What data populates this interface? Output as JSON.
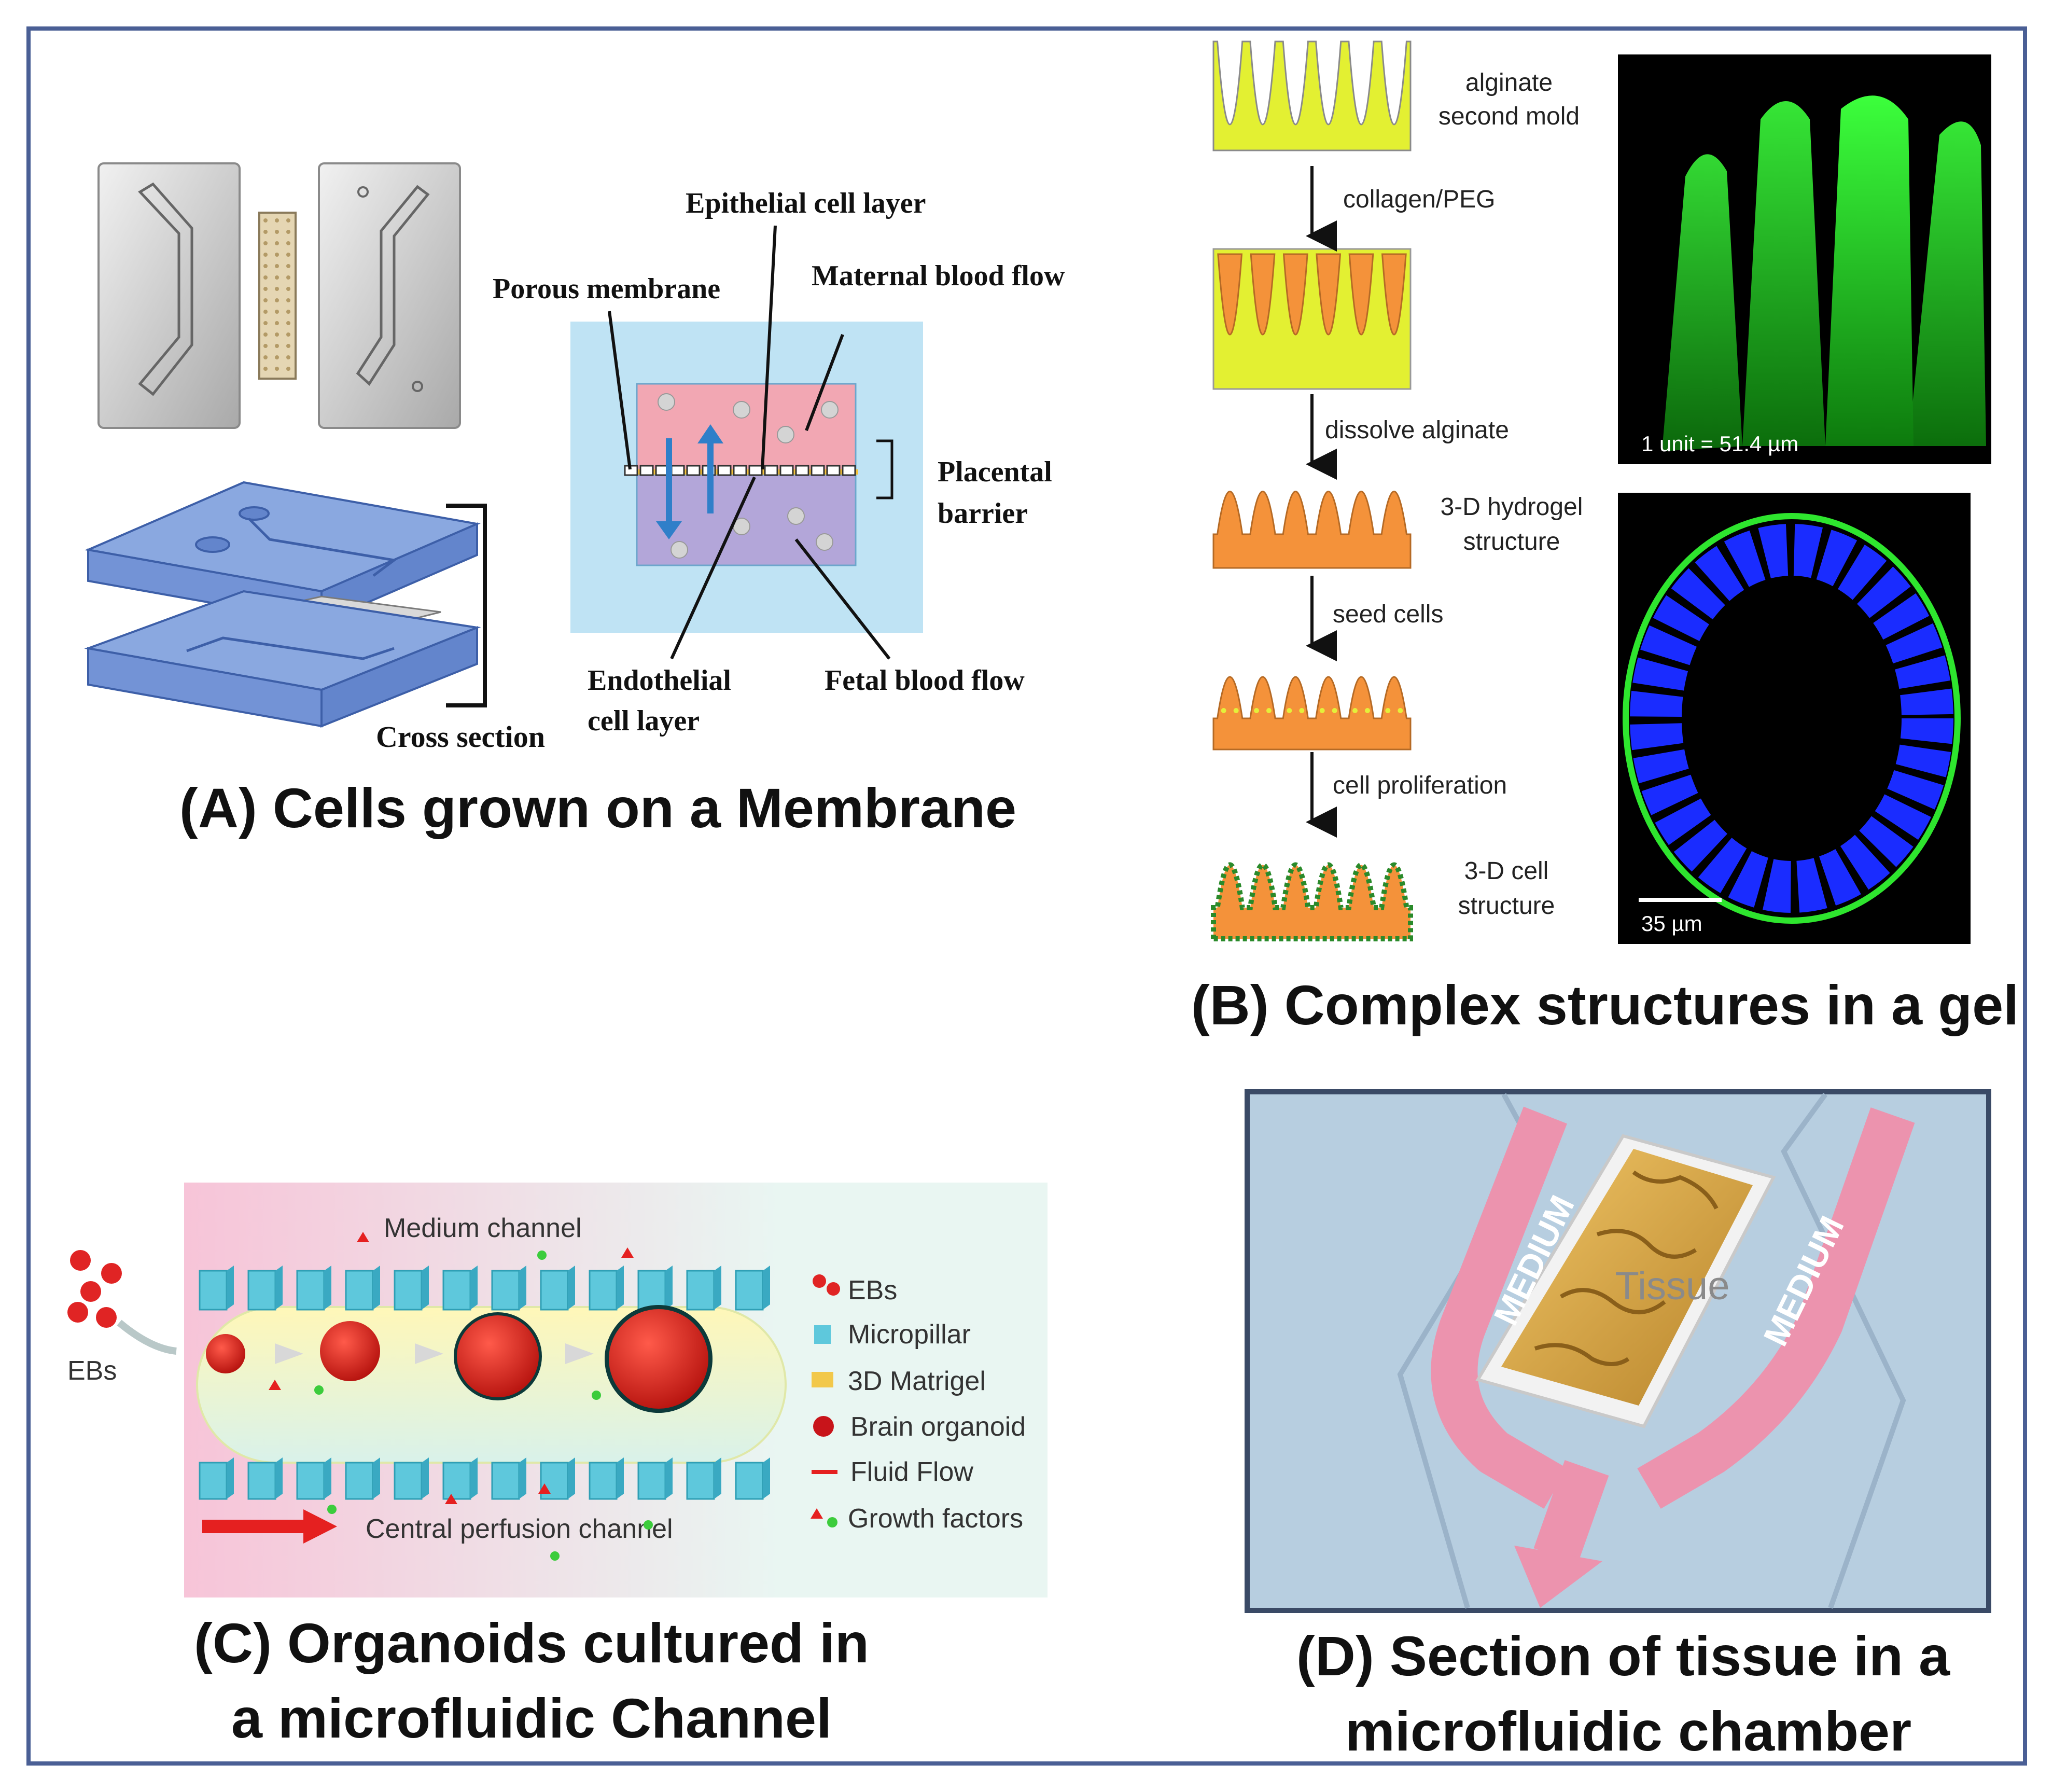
{
  "colors": {
    "frame": "#4a5f95",
    "chip_blue": "#7e9dd8",
    "chip_edge": "#3d5fa8",
    "maternal": "#f2a7b3",
    "fetal": "#b3a6d9",
    "barrier_bg": "#bfe3f4",
    "yellow_gel": "#e3f032",
    "orange_gel": "#f4923a",
    "green_fluor": "#2ee52e",
    "blue_nuclei": "#1a2cff",
    "medium_pink": "#ec93ae",
    "tissue_gold": "#d9a642",
    "chamber_bg": "#b7cee0"
  },
  "panel_a": {
    "caption": "(A) Cells grown on a Membrane",
    "labels": {
      "epithelial": "Epithelial cell layer",
      "porous": "Porous membrane",
      "maternal": "Maternal blood flow",
      "placental_1": "Placental",
      "placental_2": "barrier",
      "endothelial_1": "Endothelial",
      "endothelial_2": "cell layer",
      "fetal": "Fetal blood flow",
      "cross_section": "Cross section"
    }
  },
  "panel_b": {
    "caption": "(B) Complex structures in a gel",
    "steps": {
      "alginate_1": "alginate",
      "alginate_2": "second mold",
      "collagen": "collagen/PEG",
      "dissolve": "dissolve alginate",
      "hydrogel_1": "3-D hydrogel",
      "hydrogel_2": "structure",
      "seed": "seed cells",
      "prolif": "cell proliferation",
      "cell_1": "3-D cell",
      "cell_2": "structure"
    },
    "scale_top": "1 unit = 51.4 µm",
    "scale_bottom": "35 µm"
  },
  "panel_c": {
    "caption_1": "(C) Organoids cultured in",
    "caption_2": "a microfluidic Channel",
    "medium_channel": "Medium channel",
    "central_channel": "Central perfusion channel",
    "ebs": "EBs",
    "legend": [
      "EBs",
      "Micropillar",
      "3D Matrigel",
      "Brain organoid",
      "Fluid Flow",
      "Growth factors"
    ]
  },
  "panel_d": {
    "caption_1": "(D) Section of tissue in a",
    "caption_2": "microfluidic chamber",
    "medium_left": "MEDIUM",
    "medium_right": "MEDIUM",
    "tissue": "Tissue"
  }
}
